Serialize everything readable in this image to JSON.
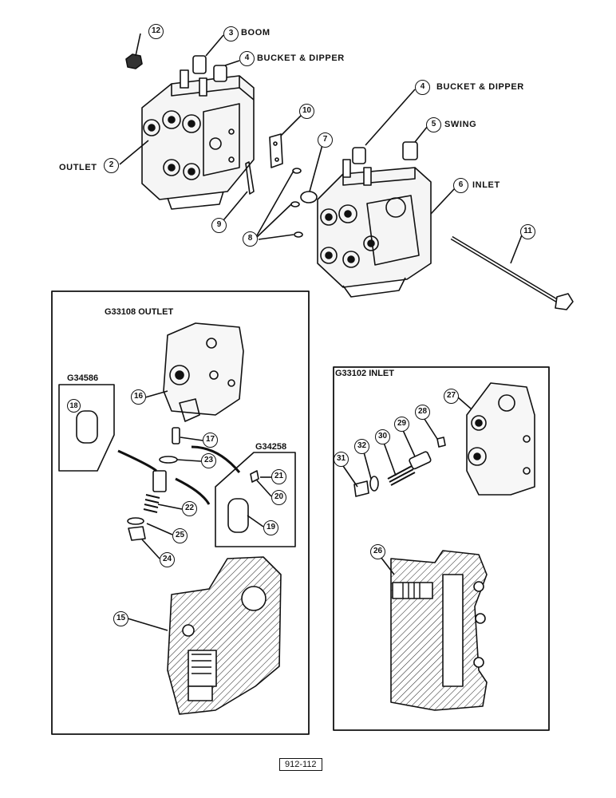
{
  "labels": {
    "boom": "BOOM",
    "bucket_dipper_top": "BUCKET & DIPPER",
    "bucket_dipper_right": "BUCKET & DIPPER",
    "swing": "SWING",
    "inlet": "INLET",
    "outlet": "OUTLET"
  },
  "panels": {
    "outlet_title": "G33108 OUTLET",
    "inlet_title": "G33102 INLET",
    "kit_left": "G34586",
    "kit_right": "G34258"
  },
  "callouts": [
    "12",
    "3",
    "4",
    "2",
    "10",
    "7",
    "9",
    "8",
    "4",
    "5",
    "6",
    "11",
    "16",
    "18",
    "17",
    "23",
    "22",
    "25",
    "24",
    "21",
    "20",
    "19",
    "15",
    "27",
    "28",
    "29",
    "30",
    "31",
    "32",
    "26"
  ],
  "page_number": "912-112"
}
